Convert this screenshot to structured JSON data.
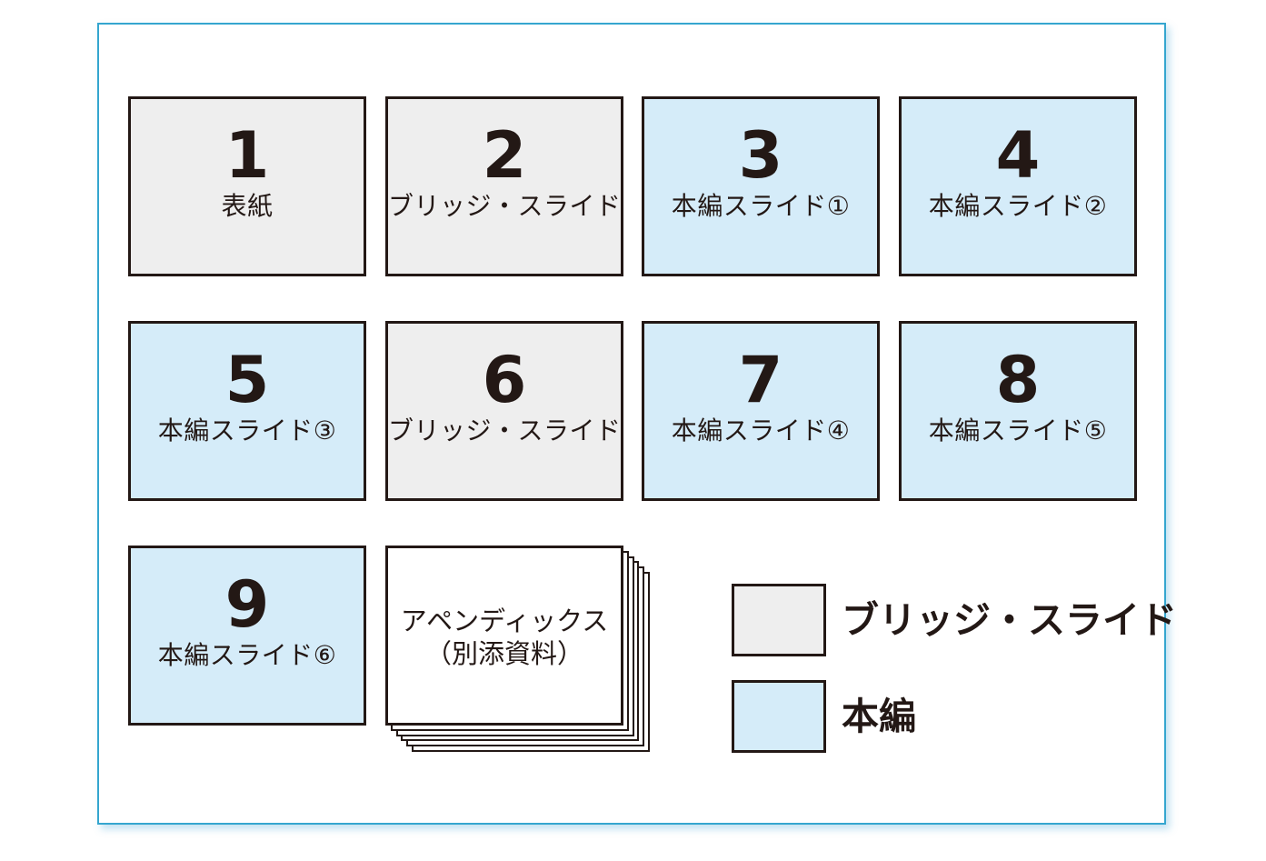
{
  "slides": [
    {
      "number": "1",
      "label": "表紙",
      "kind": "bridge"
    },
    {
      "number": "2",
      "label": "ブリッジ・スライド",
      "kind": "bridge"
    },
    {
      "number": "3",
      "label": "本編スライド①",
      "kind": "main"
    },
    {
      "number": "4",
      "label": "本編スライド②",
      "kind": "main"
    },
    {
      "number": "5",
      "label": "本編スライド③",
      "kind": "main"
    },
    {
      "number": "6",
      "label": "ブリッジ・スライド",
      "kind": "bridge"
    },
    {
      "number": "7",
      "label": "本編スライド④",
      "kind": "main"
    },
    {
      "number": "8",
      "label": "本編スライド⑤",
      "kind": "main"
    },
    {
      "number": "9",
      "label": "本編スライド⑥",
      "kind": "main"
    }
  ],
  "appendix": {
    "line1": "アペンディックス",
    "line2": "（別添資料）"
  },
  "legend": {
    "bridge_label": "ブリッジ・スライド",
    "main_label": "本編"
  },
  "colors": {
    "bridge_fill": "#eeeeee",
    "main_fill": "#d5ecf9",
    "frame_border": "#35a6cf",
    "outline": "#231815"
  }
}
